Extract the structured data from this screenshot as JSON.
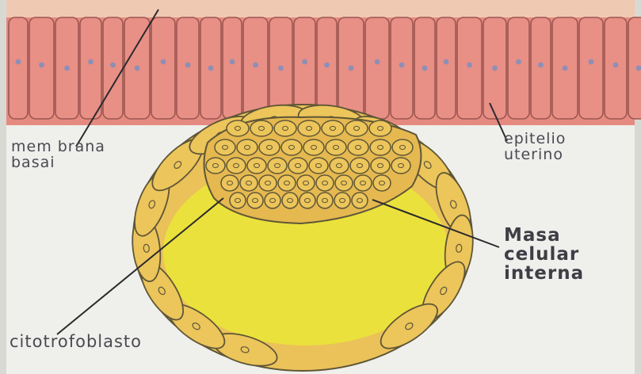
{
  "diagram": {
    "labels": {
      "membrana_basal": "mem brana\nbasai",
      "epitelio_uterino": "epitelio\nuterino",
      "masa_celular_interna": "Masa\ncelular\ninterna",
      "citotrofoblasto": "citotrofoblasto"
    },
    "colors": {
      "paper": "#efefec",
      "epithelium_fill": "#e88f86",
      "epithelium_stroke": "#9c5750",
      "nucleus": "#8e8fb6",
      "trophoblast_fill": "#ecc55b",
      "blastocoel_fill": "#ece43a",
      "cell_stroke": "#5e5636",
      "pointer_line": "#2a2a2e"
    }
  }
}
